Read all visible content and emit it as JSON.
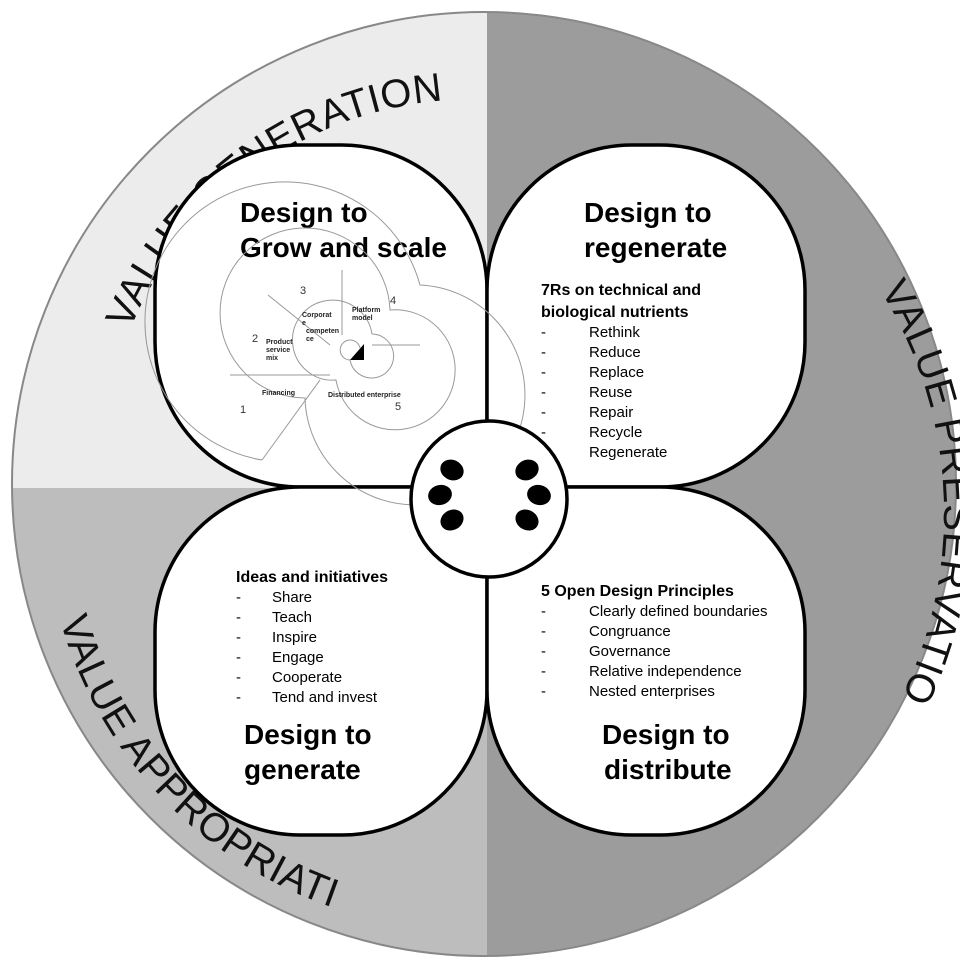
{
  "ring": {
    "top_left": "VALUE GENERATION",
    "right": "VALUE PRESERVATION",
    "bottom_left": "VALUE APPROPRIATION"
  },
  "petals": {
    "grow": {
      "title_1": "Design to",
      "title_2": "Grow and scale",
      "spiral": {
        "labels": [
          "Platform",
          "model",
          "Corporat",
          "e",
          "competen",
          "ce",
          "Product",
          "service",
          "mix",
          "Financing",
          "Distributed enterprise"
        ],
        "numbers": [
          "1",
          "2",
          "3",
          "4",
          "5"
        ]
      }
    },
    "regenerate": {
      "title_1": "Design to",
      "title_2": "regenerate",
      "subtitle_1": "7Rs on technical and",
      "subtitle_2": "biological nutrients",
      "items": [
        "Rethink",
        "Reduce",
        "Replace",
        "Reuse",
        "Repair",
        "Recycle",
        "Regenerate"
      ]
    },
    "generate": {
      "title_1": "Design to",
      "title_2": "generate",
      "subtitle": "Ideas and initiatives",
      "items": [
        "Share",
        "Teach",
        "Inspire",
        "Engage",
        "Cooperate",
        "Tend and invest"
      ]
    },
    "distribute": {
      "title_1": "Design to",
      "title_2": "distribute",
      "subtitle": "5 Open Design Principles",
      "items": [
        "Clearly defined boundaries",
        "Congruance",
        "Governance",
        "Relative independence",
        "Nested enterprises"
      ]
    }
  },
  "center": {
    "icon": "seeds-icon"
  },
  "colors": {
    "top_left_bg": "#ececec",
    "right_bg": "#9c9c9c",
    "bottom_left_bg": "#bdbdbd",
    "petal_fill": "#ffffff",
    "stroke": "#000000"
  }
}
